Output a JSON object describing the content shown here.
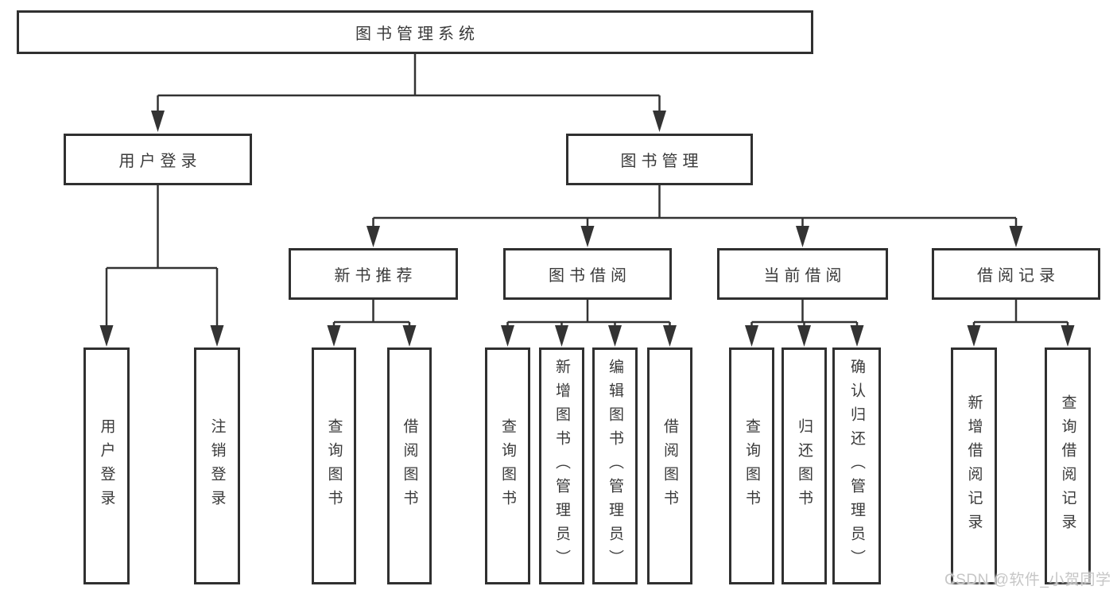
{
  "diagram": {
    "root": "图书管理系统",
    "branches": [
      "用户登录",
      "图书管理"
    ],
    "modules": [
      "新书推荐",
      "图书借阅",
      "当前借阅",
      "借阅记录"
    ],
    "leaves": {
      "user_login": [
        "用户登录",
        "注销登录"
      ],
      "new_book_recommend": [
        "查询图书",
        "借阅图书"
      ],
      "book_borrow": [
        "查询图书",
        "新增图书（管理员）",
        "编辑图书（管理员）",
        "借阅图书"
      ],
      "current_borrow": [
        "查询图书",
        "归还图书",
        "确认归还（管理员）"
      ],
      "borrow_record": [
        "新增借阅记录",
        "查询借阅记录"
      ]
    }
  },
  "watermark": "CSDN @软件_小贺同学",
  "colors": {
    "line": "#333333",
    "border": "#303030",
    "text": "#3a3a3a",
    "background": "#ffffff",
    "watermark": "#c6c6c6"
  }
}
